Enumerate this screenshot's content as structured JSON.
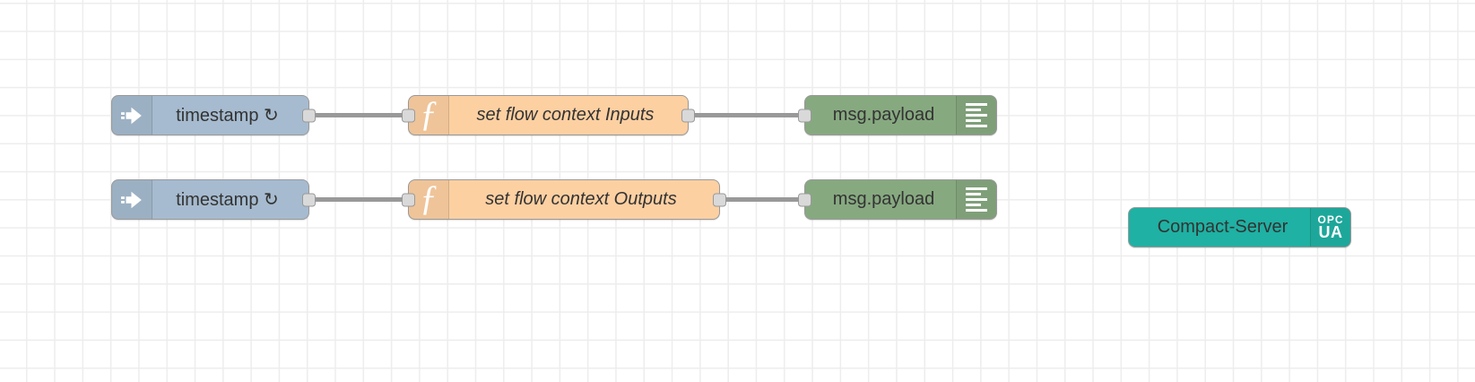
{
  "app": {
    "name": "Node-RED flow editor canvas"
  },
  "colors": {
    "canvas_bg": "#ffffff",
    "grid_line": "#ededed",
    "wire": "#999999",
    "node_border": "#999999",
    "label": "#333333",
    "inject": "#a6bbcf",
    "function": "#fdd0a2",
    "debug": "#87a980",
    "server": "#1fb1a3",
    "port_fill": "#d9d9d9",
    "button_fill": "#f3f3f3"
  },
  "nodes": {
    "inject1": {
      "type": "inject",
      "label": "timestamp ↻",
      "icon": "inject-arrow-icon"
    },
    "function1": {
      "type": "function",
      "label": "set flow context Inputs",
      "icon": "function-f-icon",
      "icon_glyph": "ƒ"
    },
    "debug1": {
      "type": "debug",
      "label": "msg.payload",
      "icon": "debug-output-icon"
    },
    "inject2": {
      "type": "inject",
      "label": "timestamp ↻",
      "icon": "inject-arrow-icon"
    },
    "function2": {
      "type": "function",
      "label": "set flow context Outputs",
      "icon": "function-f-icon",
      "icon_glyph": "ƒ"
    },
    "debug2": {
      "type": "debug",
      "label": "msg.payload",
      "icon": "debug-output-icon"
    },
    "server1": {
      "type": "opcua-compact-server",
      "label": "Compact-Server",
      "icon_line1": "OPC",
      "icon_line2": "UA"
    }
  }
}
